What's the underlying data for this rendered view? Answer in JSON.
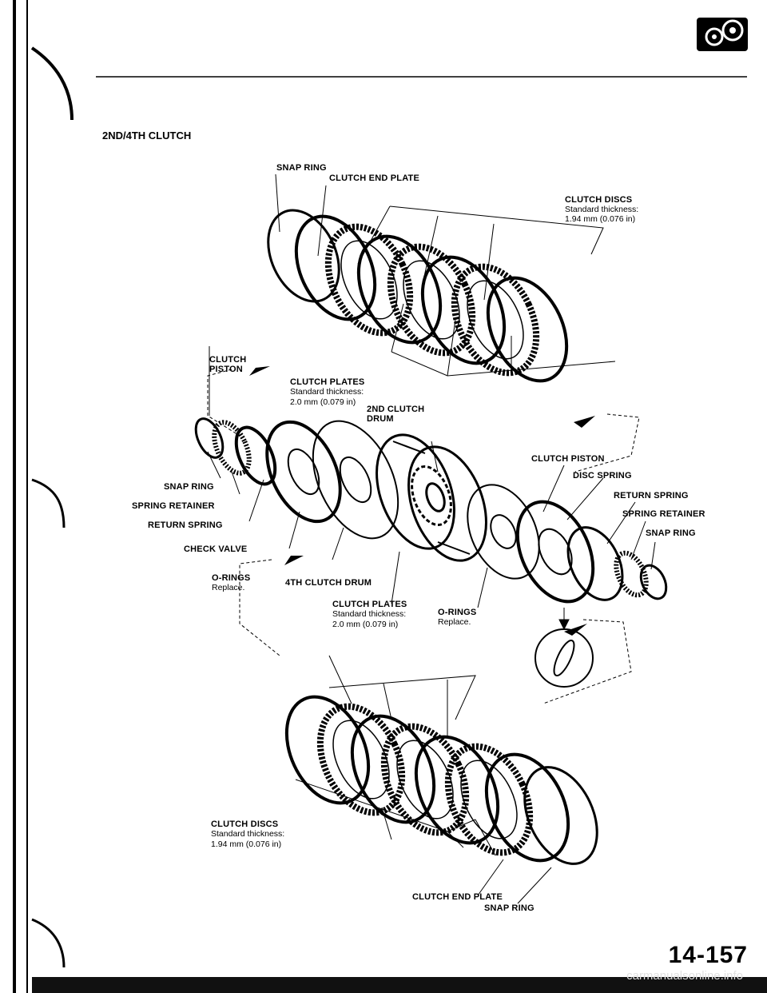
{
  "section_title": "2ND/4TH CLUTCH",
  "page_number": "14-157",
  "watermark": "carmanualsonline.info",
  "top_group": {
    "snap_ring": "SNAP RING",
    "clutch_end_plate": "CLUTCH END PLATE",
    "clutch_discs": "CLUTCH DISCS",
    "clutch_discs_spec_1": "Standard thickness:",
    "clutch_discs_spec_2": "1.94 mm (0.076 in)",
    "clutch_plates": "CLUTCH PLATES",
    "clutch_plates_spec_1": "Standard thickness:",
    "clutch_plates_spec_2": "2.0 mm (0.079 in)",
    "clutch_piston_1": "CLUTCH",
    "clutch_piston_2": "PISTON"
  },
  "middle_group": {
    "second_clutch_drum_1": "2ND CLUTCH",
    "second_clutch_drum_2": "DRUM",
    "snap_ring": "SNAP RING",
    "spring_retainer": "SPRING RETAINER",
    "return_spring": "RETURN SPRING",
    "check_valve": "CHECK VALVE",
    "o_rings": "O-RINGS",
    "o_rings_note": "Replace.",
    "fourth_clutch_drum": "4TH CLUTCH DRUM",
    "clutch_piston": "CLUTCH PISTON",
    "disc_spring": "DISC SPRING",
    "return_spring_r": "RETURN SPRING",
    "spring_retainer_r": "SPRING RETAINER",
    "snap_ring_r": "SNAP RING",
    "o_rings_r": "O-RINGS",
    "o_rings_r_note": "Replace."
  },
  "bottom_group": {
    "clutch_plates": "CLUTCH PLATES",
    "clutch_plates_spec_1": "Standard thickness:",
    "clutch_plates_spec_2": "2.0 mm (0.079 in)",
    "clutch_discs": "CLUTCH DISCS",
    "clutch_discs_spec_1": "Standard thickness:",
    "clutch_discs_spec_2": "1.94 mm (0.076 in)",
    "clutch_end_plate": "CLUTCH END PLATE",
    "snap_ring": "SNAP RING"
  }
}
